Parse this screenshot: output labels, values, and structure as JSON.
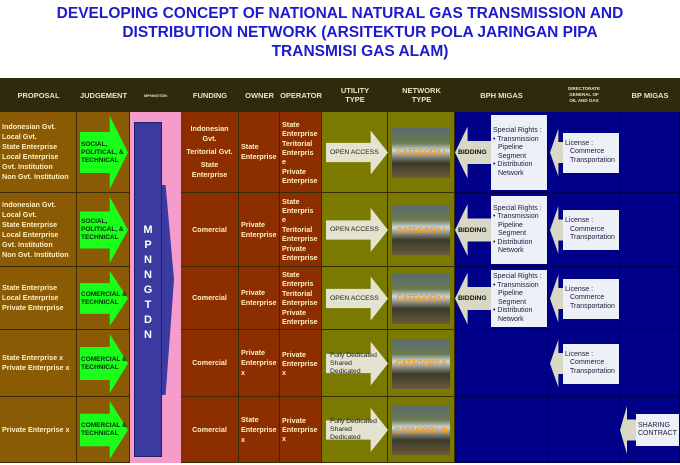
{
  "title": {
    "line1": "DEVELOPING CONCEPT OF NATIONAL NATURAL GAS TRANSMISSION AND",
    "line2": "DISTRIBUTION NETWORK (ARSITEKTUR POLA JARINGAN PIPA",
    "line3": "TRANSMISI GAS ALAM)"
  },
  "headers": {
    "proposal": "PROPOSAL",
    "judgement": "JUDGEMENT",
    "mpnngtdn": "MPNNGTDN",
    "funding": "FUNDING",
    "owner": "OWNER",
    "operator": "OPERATOR",
    "utility": "UTILITY TYPE",
    "network": "NETWORK TYPE",
    "bph": "BPH MIGAS",
    "dirjen": "DIRECTORATE GENERAL OF OIL AND GAS",
    "bp": "BP MIGAS"
  },
  "mpnngtdn_letters": [
    "M",
    "P",
    "N",
    "N",
    "G",
    "T",
    "D",
    "N"
  ],
  "rows": [
    {
      "proposal": [
        "Indonesian Gvt.",
        "Local Gvt.",
        "State Enterprise",
        "Local Enterprise",
        "Gvt. Institution",
        "Non Gvt. Institution"
      ],
      "judgement": "SOCIAL, POLITICAL, & TECHNICAL",
      "funding": [
        "Indonesian Gvt.",
        "Teritorial Gvt.",
        "State Enterprise"
      ],
      "owner": [
        "State Enterprise"
      ],
      "operator": [
        "State Enterprise",
        "Teritorial Enterpris e",
        "Private Enterprise"
      ],
      "utility": "OPEN ACCESS",
      "network": "CATEGORY I",
      "bph_arrow": "BIDDING",
      "bph_box": [
        "Special Rights :",
        "• Transmission",
        "  Pipeline Segment",
        "• Distribution",
        "  Network"
      ],
      "dirjen_box": [
        "License :",
        "  Commerce",
        "  Transportation"
      ]
    },
    {
      "proposal": [
        "Indonesian Gvt.",
        "Local Gvt.",
        "State Enterprise",
        "Local Enterprise",
        "Gvt. Institution",
        "Non Gvt. Institution"
      ],
      "judgement": "SOCIAL, POLITICAL, & TECHNICAL",
      "funding": [
        "Comercial"
      ],
      "owner": [
        "Private Enterprise"
      ],
      "operator": [
        "State Enterpris e",
        "Teritorial Enterprise",
        "Private Enterprise"
      ],
      "utility": "OPEN ACCESS",
      "network": "CATEGORY I",
      "bph_arrow": "BIDDING",
      "bph_box": [
        "Special Rights :",
        "• Transmission",
        "  Pipeline Segment",
        "• Distribution",
        "  Network"
      ],
      "dirjen_box": [
        "License :",
        "  Commerce",
        "  Transportation"
      ]
    },
    {
      "proposal": [
        "State Enterprise",
        "Local Enterprise",
        "Private Enterprise"
      ],
      "judgement": "COMERCIAL & TECHNICAL",
      "funding": [
        "Comercial"
      ],
      "owner": [
        "Private Enterprise"
      ],
      "operator": [
        "State Enterpris",
        "Teritorial Enterprise",
        "Private Enterprise"
      ],
      "utility": "OPEN ACCESS",
      "network": "CATEGORY I",
      "bph_arrow": "BIDDING",
      "bph_box": [
        "Special Rights :",
        "• Transmission",
        "  Pipeline Segment",
        "• Distribution",
        "  Network"
      ],
      "dirjen_box": [
        "License :",
        "  Commerce",
        "  Transportation"
      ]
    },
    {
      "proposal": [
        "State Enterprise x",
        "Private Enterprise x"
      ],
      "judgement": "COMERCIAL & TECHNICAL",
      "funding": [
        "Comercial"
      ],
      "owner": [
        "Private Enterprise x"
      ],
      "operator": [
        "Private Enterprise x"
      ],
      "utility": "Fully Dedicated Shared Dedicated",
      "network": "CATAGORY II",
      "dirjen_box": [
        "License :",
        "  Commerce",
        "  Transportation"
      ]
    },
    {
      "proposal": [
        "Private Enterprise x"
      ],
      "judgement": "COMERCIAL & TECHNICAL",
      "funding": [
        "Comercial"
      ],
      "owner": [
        "State Enterprise x"
      ],
      "operator": [
        "Private Enterprise x"
      ],
      "utility": "Fully Dedicated Shared Dedicated",
      "network": "CATAGORY III",
      "bp_box": [
        "SHARING",
        "CONTRACT"
      ]
    }
  ],
  "colors": {
    "title": "#1c1ccc",
    "header": "#2e2a0c",
    "proposal": "#8a5a05",
    "funding": "#8c2e00",
    "utility": "#7a7a00",
    "migas": "#000088",
    "pink": "#f59ccb",
    "arrow": "#19ff19"
  }
}
